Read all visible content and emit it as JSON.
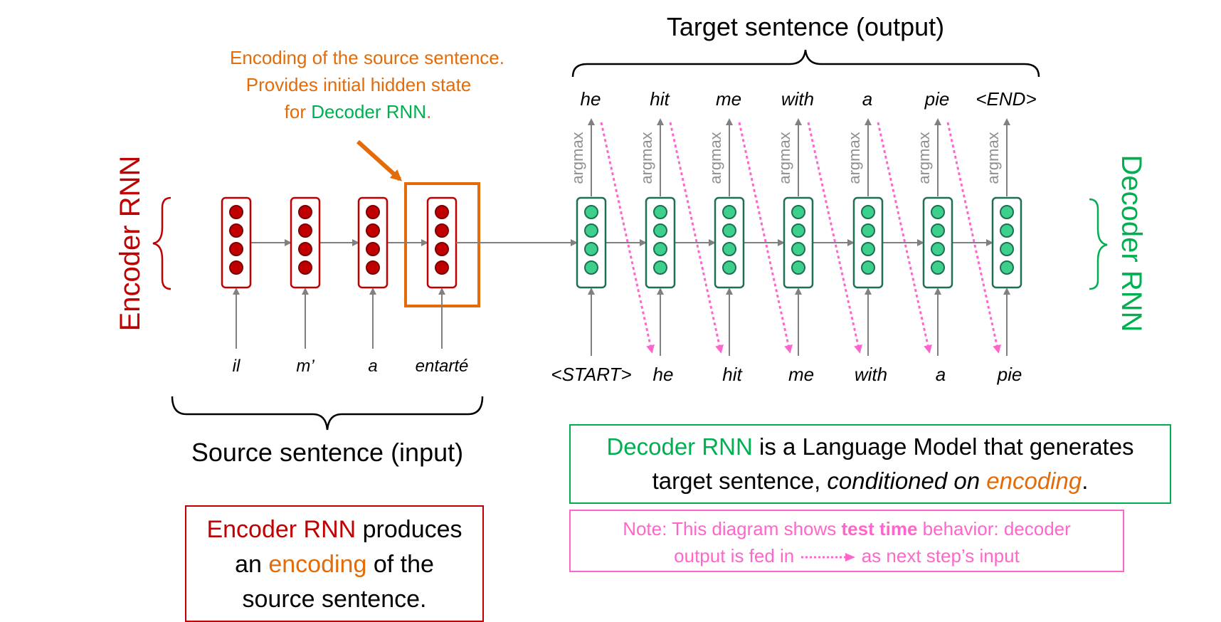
{
  "labels": {
    "target_title": "Target sentence (output)",
    "source_title": "Source sentence (input)",
    "encoder_side": "Encoder RNN",
    "decoder_side": "Decoder RNN",
    "argmax": "argmax",
    "encoding_note": [
      "Encoding of the source sentence.",
      "Provides initial hidden state",
      "for "
    ],
    "encoding_note_green": "Decoder RNN",
    "encoding_note_end": "."
  },
  "source_words": [
    "il",
    "m’",
    "a",
    "entarté"
  ],
  "decoder_inputs": [
    "<START>",
    "he",
    "hit",
    "me",
    "with",
    "a",
    "pie"
  ],
  "target_words": [
    "he",
    "hit",
    "me",
    "with",
    "a",
    "pie",
    "<END>"
  ],
  "encoder_box": {
    "part1": "Encoder RNN",
    "part2": " produces",
    "part3": "an ",
    "part4": "encoding",
    "part5": " of the",
    "part6": "source sentence."
  },
  "decoder_box": {
    "part1": "Decoder RNN",
    "part2": " is a Language Model that generates",
    "part3": "target sentence, ",
    "part4": "conditioned on ",
    "part5": "encoding",
    "part6": "."
  },
  "note_box": {
    "part1": "Note: This diagram shows ",
    "part2": "test time",
    "part3": " behavior: decoder",
    "part4": "output is fed in ",
    "part5": " as next step’s input"
  },
  "colors": {
    "encoder": "#c00000",
    "decoder": "#00b050",
    "encoding": "#e36c09",
    "note": "#ff66cc",
    "arrow": "#808080"
  }
}
